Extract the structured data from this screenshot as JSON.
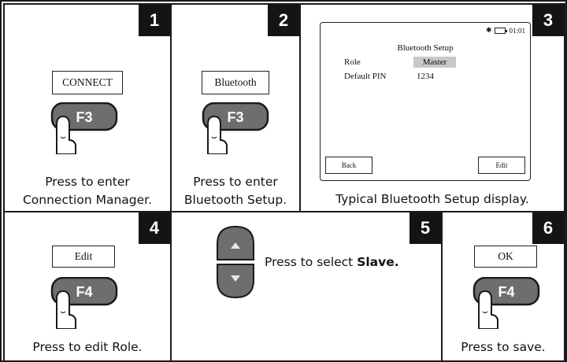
{
  "panels": [
    {
      "number": "1",
      "label": "CONNECT",
      "key": "F3",
      "caption": [
        "Press to enter",
        "Connection Manager."
      ]
    },
    {
      "number": "2",
      "label": "Bluetooth",
      "key": "F3",
      "caption": [
        "Press to enter",
        "Bluetooth Setup."
      ]
    },
    {
      "number": "3",
      "caption": [
        "Typical Bluetooth Setup display."
      ]
    },
    {
      "number": "4",
      "label": "Edit",
      "key": "F4",
      "caption": [
        "Press to edit Role."
      ]
    },
    {
      "number": "5",
      "caption_prefix": "Press to select ",
      "caption_bold": "Slave."
    },
    {
      "number": "6",
      "label": "OK",
      "key": "F4",
      "caption": [
        "Press to save."
      ]
    }
  ],
  "screen": {
    "status_symbol": "✱",
    "time": "01:01",
    "title": "Bluetooth Setup",
    "rows": [
      {
        "label": "Role",
        "value": "Master"
      },
      {
        "label": "Default PIN",
        "value": "1234"
      }
    ],
    "softkeys": {
      "left": "Back",
      "right": "Edit"
    }
  },
  "colors": {
    "key_fill": "#6e6e6e",
    "key_dark": "#141414",
    "highlight": "#c8c8c8"
  }
}
